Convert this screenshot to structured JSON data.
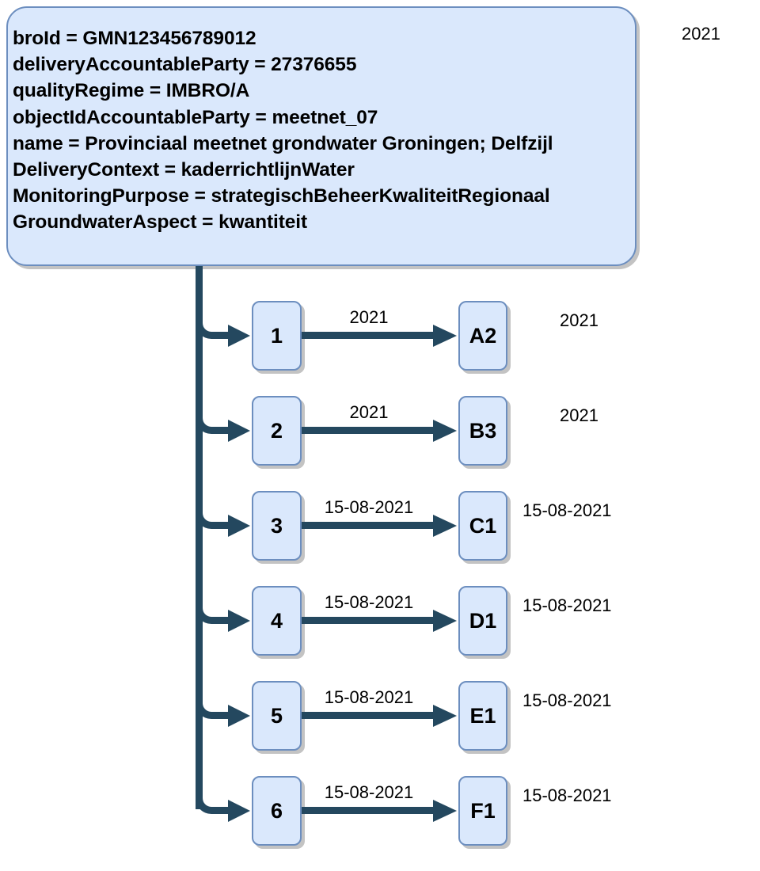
{
  "diagram": {
    "type": "tree",
    "title_year": "2021",
    "gmn_box": {
      "attributes": [
        "broId = GMN123456789012",
        "deliveryAccountableParty = 27376655",
        "qualityRegime = IMBRO/A",
        "objectIdAccountableParty = meetnet_07",
        "name = Provinciaal meetnet grondwater Groningen; Delfzijl",
        "DeliveryContext = kaderrichtlijnWater",
        "MonitoringPurpose = strategischBeheerKwaliteitRegionaal",
        "GroundwaterAspect = kwantiteit"
      ]
    },
    "rows": [
      {
        "left": "1",
        "edge_label": "2021",
        "right": "A2",
        "right_label": "2021"
      },
      {
        "left": "2",
        "edge_label": "2021",
        "right": "B3",
        "right_label": "2021"
      },
      {
        "left": "3",
        "edge_label": "15-08-2021",
        "right": "C1",
        "right_label": "15-08-2021"
      },
      {
        "left": "4",
        "edge_label": "15-08-2021",
        "right": "D1",
        "right_label": "15-08-2021"
      },
      {
        "left": "5",
        "edge_label": "15-08-2021",
        "right": "E1",
        "right_label": "15-08-2021"
      },
      {
        "left": "6",
        "edge_label": "15-08-2021",
        "right": "F1",
        "right_label": "15-08-2021"
      }
    ],
    "colors": {
      "node_fill": "#dae8fc",
      "node_border": "#6c8ebf",
      "connector": "#24485f",
      "shadow": "#c3c3c3",
      "text": "#000000",
      "background": "#ffffff"
    }
  }
}
